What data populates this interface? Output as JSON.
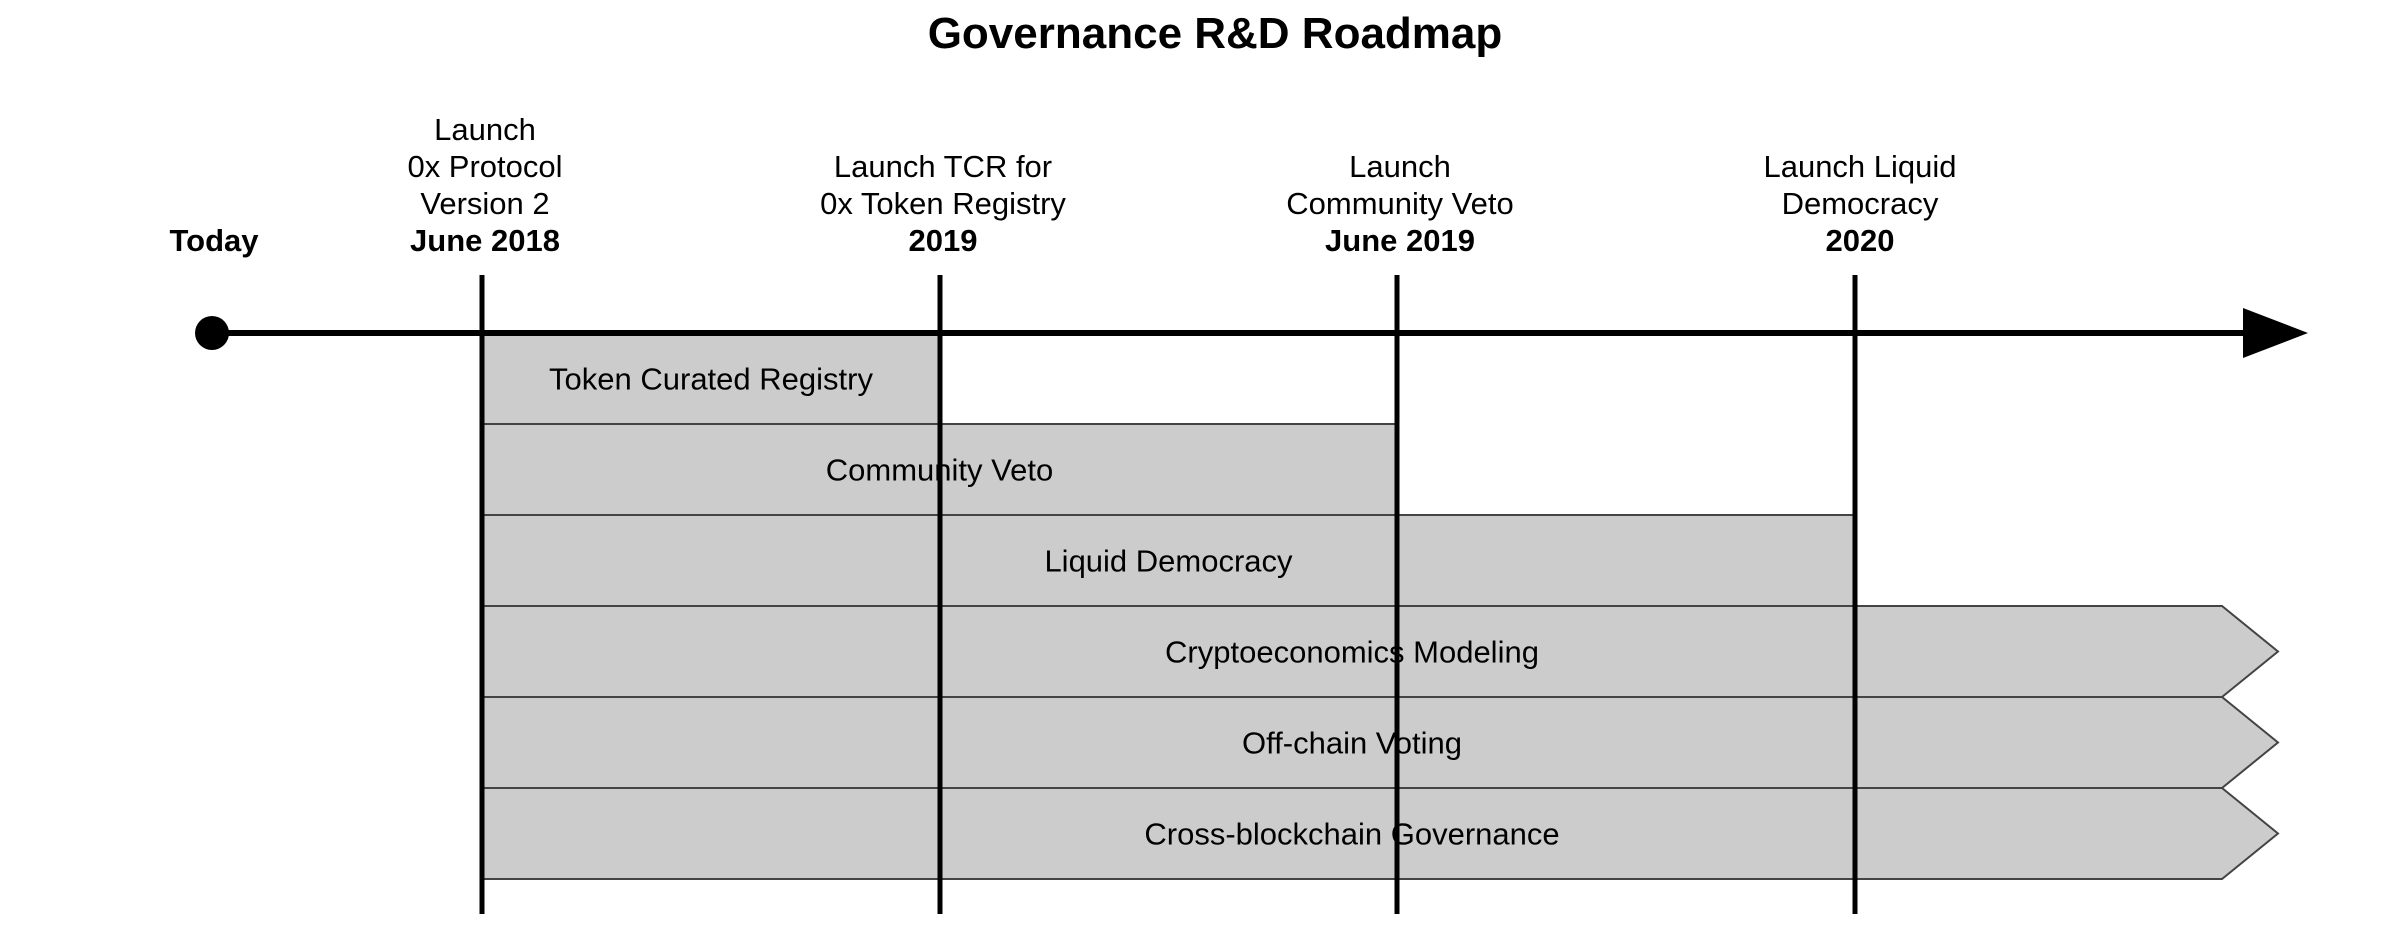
{
  "title": "Governance R&D Roadmap",
  "today": "Today",
  "milestones": [
    {
      "lines": [
        "Launch",
        "0x Protocol",
        "Version 2"
      ],
      "date": "June 2018"
    },
    {
      "lines": [
        "Launch TCR for",
        "0x Token Registry"
      ],
      "date": "2019"
    },
    {
      "lines": [
        "Launch",
        "Community Veto"
      ],
      "date": "June 2019"
    },
    {
      "lines": [
        "Launch Liquid",
        "Democracy"
      ],
      "date": "2020"
    }
  ],
  "bars": [
    {
      "label": "Token Curated Registry",
      "ends_at_milestone": 1,
      "ongoing": false
    },
    {
      "label": "Community Veto",
      "ends_at_milestone": 2,
      "ongoing": false
    },
    {
      "label": "Liquid Democracy",
      "ends_at_milestone": 3,
      "ongoing": false
    },
    {
      "label": "Cryptoeconomics Modeling",
      "ongoing": true
    },
    {
      "label": "Off-chain Voting",
      "ongoing": true
    },
    {
      "label": "Cross-blockchain Governance",
      "ongoing": true
    }
  ],
  "colors": {
    "bar_fill": "#cccccc",
    "bar_stroke": "#444444",
    "line": "#000000"
  }
}
